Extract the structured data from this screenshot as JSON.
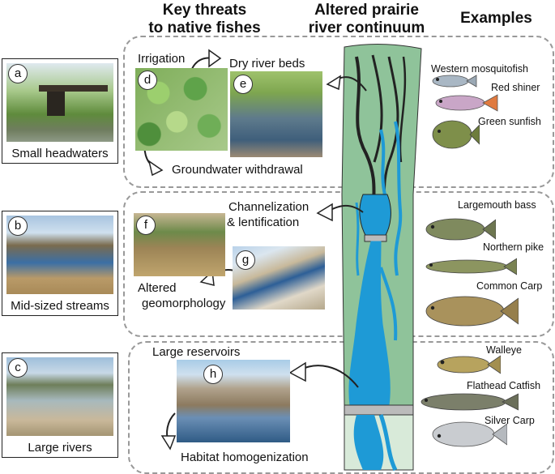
{
  "headers": {
    "threats": "Key threats\nto native fishes",
    "continuum": "Altered prairie\nriver continuum",
    "examples": "Examples"
  },
  "side": [
    {
      "letter": "a",
      "caption": "Small headwaters"
    },
    {
      "letter": "b",
      "caption": "Mid-sized streams"
    },
    {
      "letter": "c",
      "caption": "Large rivers"
    }
  ],
  "panels": {
    "top": {
      "irrigation": "Irrigation",
      "dry_beds": "Dry river beds",
      "groundwater": "Groundwater withdrawal",
      "d": "d",
      "e": "e",
      "fish": [
        "Western mosquitofish",
        "Red shiner",
        "Green sunfish"
      ]
    },
    "middle": {
      "channel1": "Channelization",
      "channel2": "& lentification",
      "geo1": "Altered",
      "geo2": "geomorphology",
      "f": "f",
      "g": "g",
      "fish": [
        "Largemouth bass",
        "Northern pike",
        "Common Carp"
      ]
    },
    "bottom": {
      "reservoirs": "Large reservoirs",
      "homog": "Habitat homogenization",
      "h": "h",
      "fish": [
        "Walleye",
        "Flathead Catfish",
        "Silver Carp"
      ]
    }
  },
  "colors": {
    "river_green": "#8fc39a",
    "water_blue": "#1e9ad6",
    "panel_border": "#999999"
  }
}
